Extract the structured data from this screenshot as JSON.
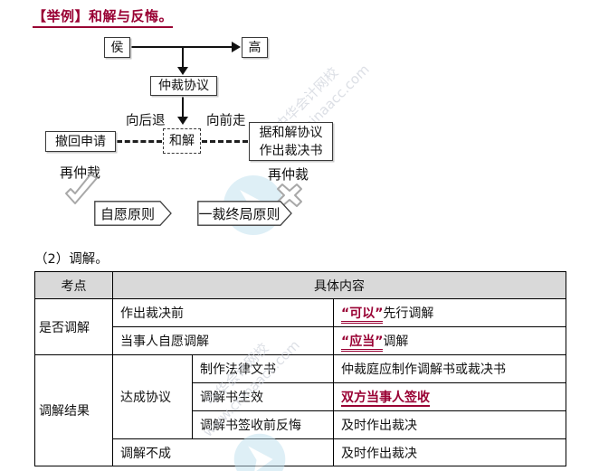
{
  "title": "【举例】和解与反悔。",
  "section_label": "（2）调解。",
  "flowchart": {
    "hou": "侯",
    "gao": "高",
    "zhongcai_xieyi": "仲裁协议",
    "hejie": "和解",
    "chehui_shenqing": "撤回申请",
    "ju_hejie_line1": "据和解协议",
    "ju_hejie_line2": "作出裁决书",
    "xiang_hou_tui": "向后退",
    "xiang_qian_zou": "向前走",
    "zai_zhongcai_left": "再仲裁",
    "zai_zhongcai_right": "再仲裁",
    "check_icon": "check-allowed",
    "cross_icon": "cross-not-allowed",
    "principle_left": "自愿原则",
    "principle_right": "一裁终局原则"
  },
  "table": {
    "header": {
      "kaodian": "考点",
      "juti_neirong": "具体内容"
    },
    "group1": {
      "label": "是否调解",
      "rows": [
        {
          "condition": "作出裁决前",
          "highlight": "“可以”",
          "rest": "先行调解"
        },
        {
          "condition": "当事人自愿调解",
          "highlight": "“应当”",
          "rest": "调解"
        }
      ]
    },
    "group2": {
      "label": "调解结果",
      "sub_label": "达成协议",
      "rows": [
        {
          "condition": "制作法律文书",
          "result": "仲裁庭应制作调解书或裁决书"
        },
        {
          "condition": "调解书生效",
          "result_highlight": "双方当事人签收"
        },
        {
          "condition": "调解书签收前反悔",
          "result": "及时作出裁决"
        }
      ],
      "fail_row": {
        "condition": "调解不成",
        "result": "及时作出裁决"
      }
    }
  },
  "watermark": {
    "brand": "中华会计网校",
    "url": "www.chinaacc.com"
  },
  "colors": {
    "accent_red": "#990033",
    "header_bg": "#d9d9d9"
  }
}
